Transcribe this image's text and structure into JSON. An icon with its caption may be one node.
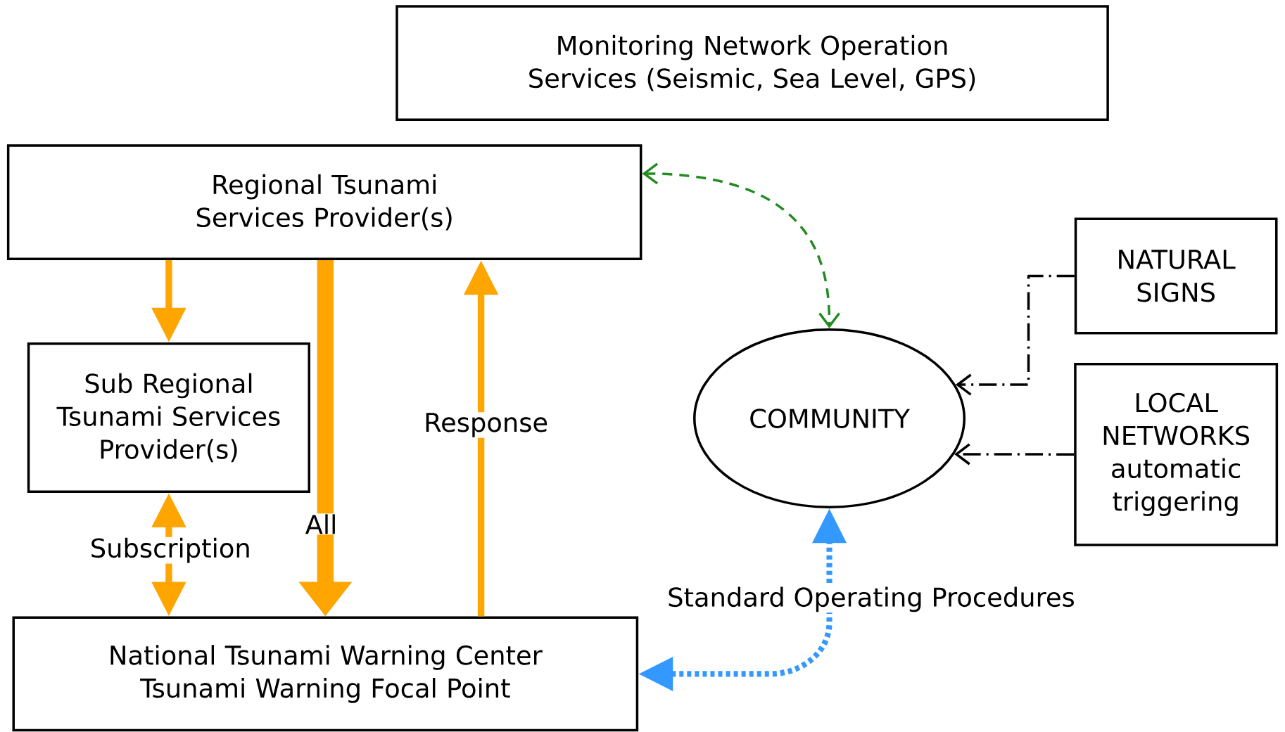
{
  "diagram": {
    "nodes": [
      {
        "text": [
          "Monitoring Network Operation Services (Seismic, Sea Level, GPS)"
        ]
      },
      {
        "text": [
          "Regional Tsunami Services Provider(s)"
        ]
      },
      {
        "text": [
          "Sub Regional Tsunami Services Provider(s)"
        ]
      },
      {
        "text": [
          "National Tsunami Warning Center Tsunami Warning Focal Point"
        ]
      },
      {
        "text": [
          "COMMUNITY"
        ]
      },
      {
        "text": [
          "NATURAL SIGNS"
        ]
      },
      {
        "text": [
          "LOCAL NETWORKS automatic triggering"
        ]
      }
    ],
    "edges": [
      {
        "from": 1,
        "to": 2,
        "arrow": "to"
      },
      {
        "from": 1,
        "to": 3,
        "arrow": "to",
        "label": "All",
        "style": "thick"
      },
      {
        "from": 3,
        "to": 1,
        "arrow": "to",
        "label": "Response"
      },
      {
        "from": 2,
        "to": 3,
        "arrow": "both",
        "label": "Subscription"
      },
      {
        "from": 1,
        "to": 4,
        "arrow": "both",
        "style": "dashed",
        "color": "#228b22"
      },
      {
        "from": 3,
        "to": 4,
        "arrow": "both",
        "label": "Standard Operating Procedures",
        "style": "dashed",
        "color": "#3399ff"
      },
      {
        "from": 5,
        "to": 4,
        "arrow": "to",
        "style": "dashed",
        "color": "#000000"
      },
      {
        "from": 6,
        "to": 4,
        "arrow": "to",
        "style": "dashed",
        "color": "#000000"
      }
    ]
  }
}
